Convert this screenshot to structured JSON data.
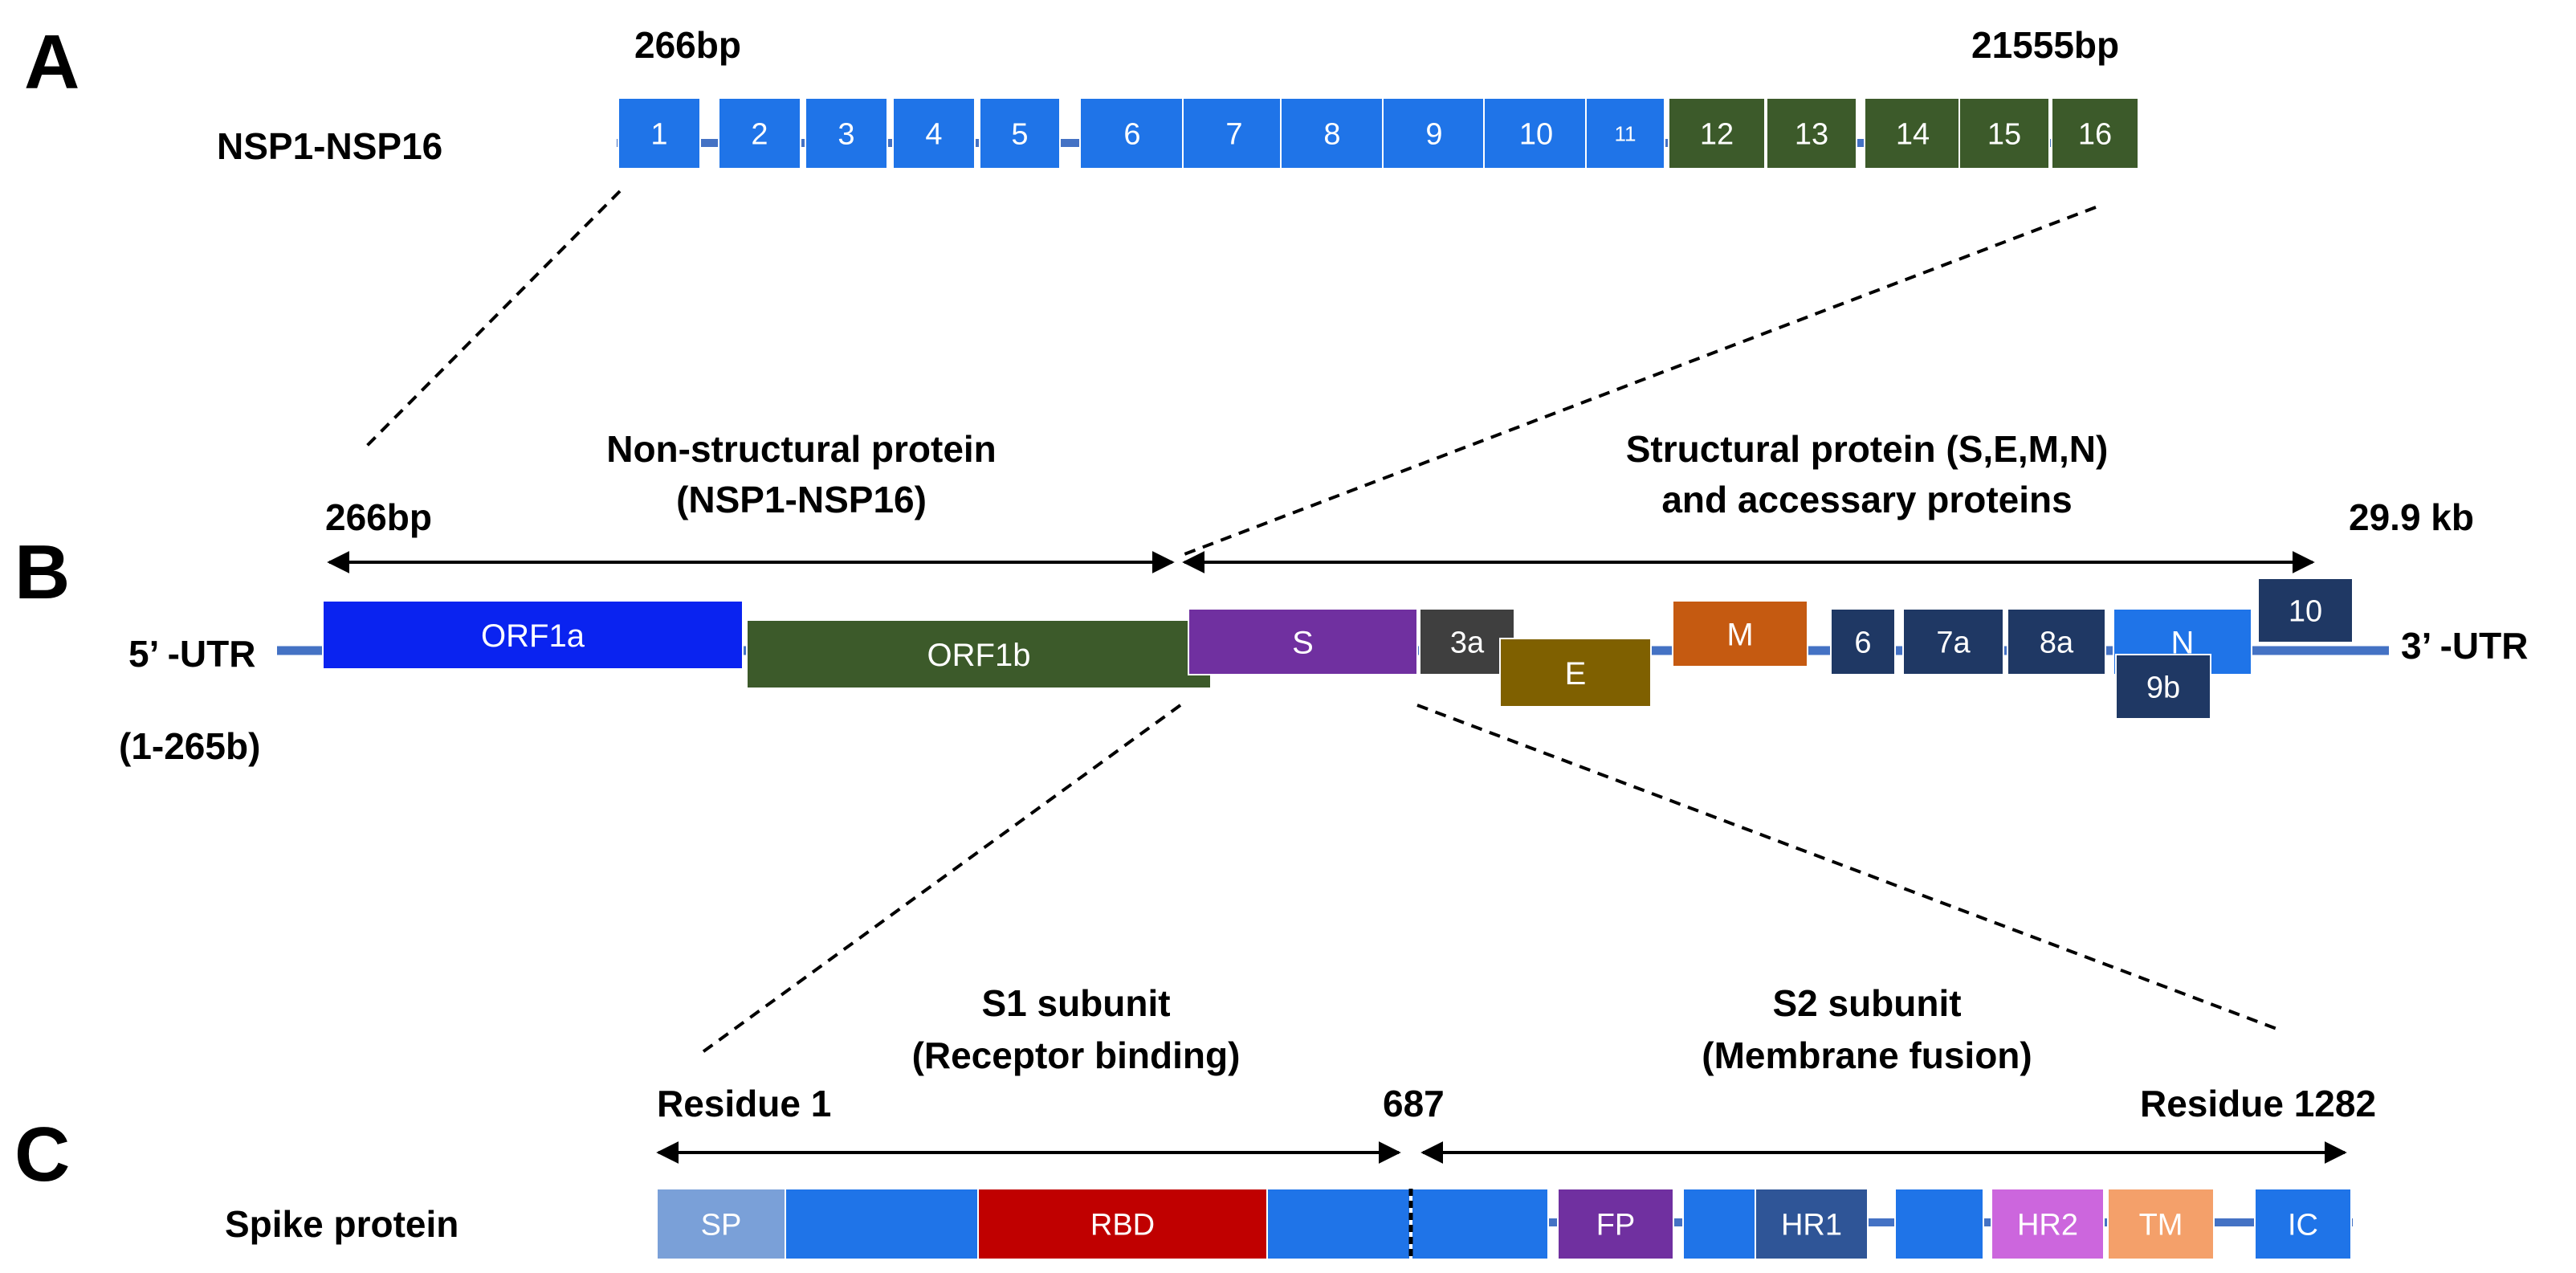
{
  "panels": {
    "A": {
      "letter": "A",
      "row_label": "NSP1-NSP16",
      "start_label": "266bp",
      "end_label": "21555bp",
      "segments": [
        {
          "label": "1",
          "color": "#1f74e8"
        },
        {
          "label": "2",
          "color": "#1f74e8"
        },
        {
          "label": "3",
          "color": "#1f74e8"
        },
        {
          "label": "4",
          "color": "#1f74e8"
        },
        {
          "label": "5",
          "color": "#1f74e8"
        },
        {
          "label": "6",
          "color": "#1f74e8"
        },
        {
          "label": "7",
          "color": "#1f74e8"
        },
        {
          "label": "8",
          "color": "#1f74e8"
        },
        {
          "label": "9",
          "color": "#1f74e8"
        },
        {
          "label": "10",
          "color": "#1f74e8"
        },
        {
          "label": "11",
          "color": "#1f74e8"
        },
        {
          "label": "12",
          "color": "#3c5a2a"
        },
        {
          "label": "13",
          "color": "#3c5a2a"
        },
        {
          "label": "14",
          "color": "#3c5a2a"
        },
        {
          "label": "15",
          "color": "#3c5a2a"
        },
        {
          "label": "16",
          "color": "#3c5a2a"
        }
      ]
    },
    "B": {
      "letter": "B",
      "utr5": "5’ -UTR",
      "utr5_range": "(1-265b)",
      "utr3": "3’ -UTR",
      "start_label": "266bp",
      "end_label": "29.9 kb",
      "nsp_heading_line1": "Non-structural protein",
      "nsp_heading_line2": "(NSP1-NSP16)",
      "sp_heading_line1": "Structural protein (S,E,M,N)",
      "sp_heading_line2": "and accessary proteins",
      "genes": [
        {
          "label": "ORF1a",
          "color": "#0a23f0"
        },
        {
          "label": "ORF1b",
          "color": "#3c5a2a"
        },
        {
          "label": "S",
          "color": "#7030a0"
        },
        {
          "label": "3a",
          "color": "#3f3f3f"
        },
        {
          "label": "E",
          "color": "#7f6000"
        },
        {
          "label": "M",
          "color": "#c55a11"
        },
        {
          "label": "6",
          "color": "#1f3864"
        },
        {
          "label": "7a",
          "color": "#1f3864"
        },
        {
          "label": "8a",
          "color": "#1f3864"
        },
        {
          "label": "N",
          "color": "#1f74e8"
        },
        {
          "label": "9b",
          "color": "#1f3864"
        },
        {
          "label": "10",
          "color": "#1f3864"
        }
      ]
    },
    "C": {
      "letter": "C",
      "row_label": "Spike protein",
      "start_label": "Residue 1",
      "mid_label": "687",
      "end_label": "Residue 1282",
      "s1_line1": "S1 subunit",
      "s1_line2": "(Receptor binding)",
      "s2_line1": "S2 subunit",
      "s2_line2": "(Membrane fusion)",
      "domains": [
        {
          "label": "SP",
          "color": "#7aa0d8"
        },
        {
          "label": "",
          "color": "#1f74e8"
        },
        {
          "label": "RBD",
          "color": "#c00000"
        },
        {
          "label": "",
          "color": "#1f74e8"
        },
        {
          "label": "",
          "color": "#1f74e8"
        },
        {
          "label": "FP",
          "color": "#7030a0"
        },
        {
          "label": "",
          "color": "#1f74e8"
        },
        {
          "label": "HR1",
          "color": "#2f5597"
        },
        {
          "label": "",
          "color": "#1f74e8"
        },
        {
          "label": "HR2",
          "color": "#cc66dd"
        },
        {
          "label": "TM",
          "color": "#f4a06a"
        },
        {
          "label": "IC",
          "color": "#1f74e8"
        }
      ]
    }
  },
  "colors": {
    "backbone": "#4472c4",
    "arrow": "#000000",
    "dashed": "#000000"
  }
}
